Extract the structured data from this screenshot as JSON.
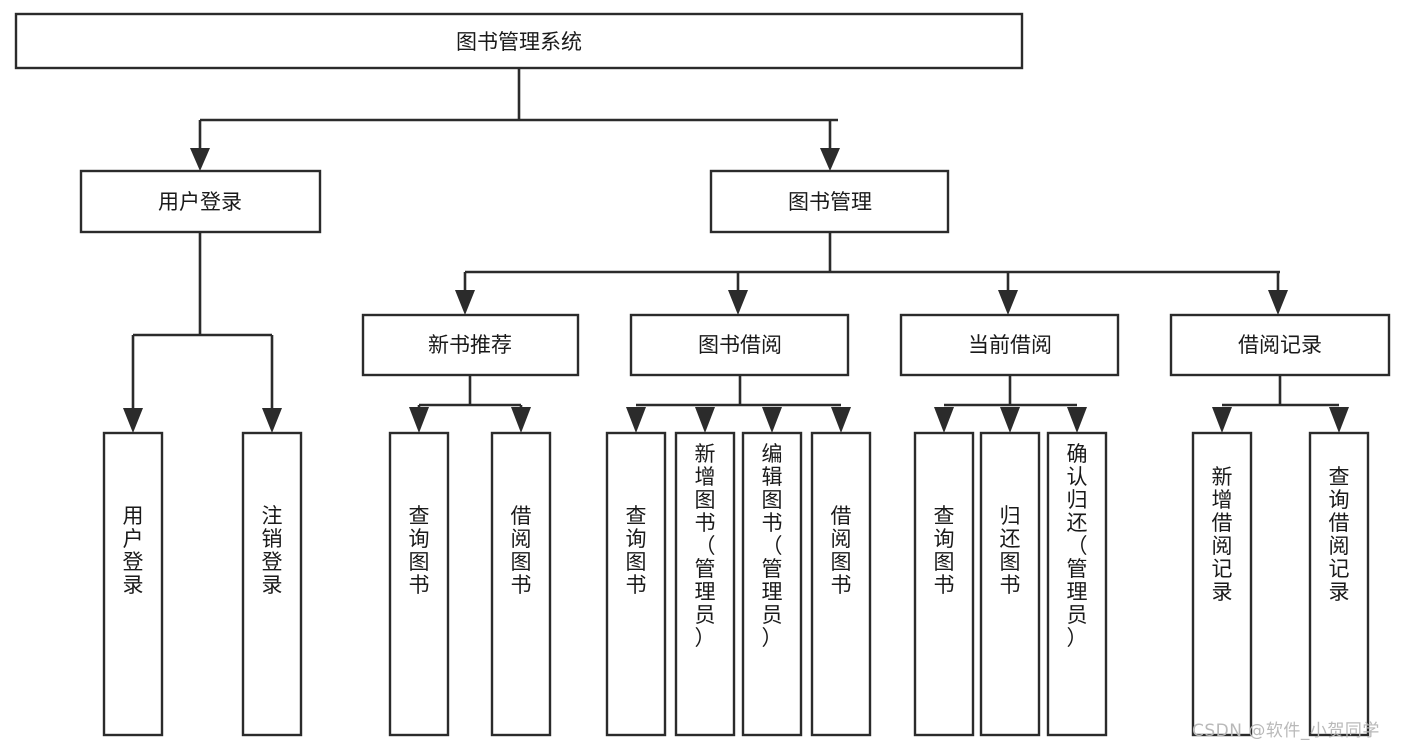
{
  "diagram": {
    "type": "tree-hierarchy",
    "title": "图书管理系统",
    "watermark": "CSDN @软件_小贺同学",
    "colors": {
      "background": "#ffffff",
      "stroke": "#2b2b2b",
      "box_fill": "#ffffff",
      "text": "#1a1a1a",
      "watermark": "#b9b9b9"
    },
    "nodes": {
      "root": {
        "label": "图书管理系统",
        "level": 0,
        "orientation": "horizontal"
      },
      "level1": [
        {
          "label": "用户登录",
          "orientation": "horizontal"
        },
        {
          "label": "图书管理",
          "orientation": "horizontal"
        }
      ],
      "level2": [
        {
          "label": "新书推荐",
          "orientation": "horizontal",
          "parent": "图书管理"
        },
        {
          "label": "图书借阅",
          "orientation": "horizontal",
          "parent": "图书管理"
        },
        {
          "label": "当前借阅",
          "orientation": "horizontal",
          "parent": "图书管理"
        },
        {
          "label": "借阅记录",
          "orientation": "horizontal",
          "parent": "图书管理"
        }
      ],
      "leaves": {
        "user_login": [
          {
            "label": "用户登录",
            "orientation": "vertical"
          },
          {
            "label": "注销登录",
            "orientation": "vertical"
          }
        ],
        "new_book_recommend": [
          {
            "label": "查询图书",
            "orientation": "vertical"
          },
          {
            "label": "借阅图书",
            "orientation": "vertical"
          }
        ],
        "book_borrow": [
          {
            "label": "查询图书",
            "orientation": "vertical"
          },
          {
            "label": "新增图书（管理员）",
            "orientation": "vertical"
          },
          {
            "label": "编辑图书（管理员）",
            "orientation": "vertical"
          },
          {
            "label": "借阅图书",
            "orientation": "vertical"
          }
        ],
        "current_borrow": [
          {
            "label": "查询图书",
            "orientation": "vertical"
          },
          {
            "label": "归还图书",
            "orientation": "vertical"
          },
          {
            "label": "确认归还（管理员）",
            "orientation": "vertical"
          }
        ],
        "borrow_record": [
          {
            "label": "新增借阅记录",
            "orientation": "vertical"
          },
          {
            "label": "查询借阅记录",
            "orientation": "vertical"
          }
        ]
      }
    }
  }
}
